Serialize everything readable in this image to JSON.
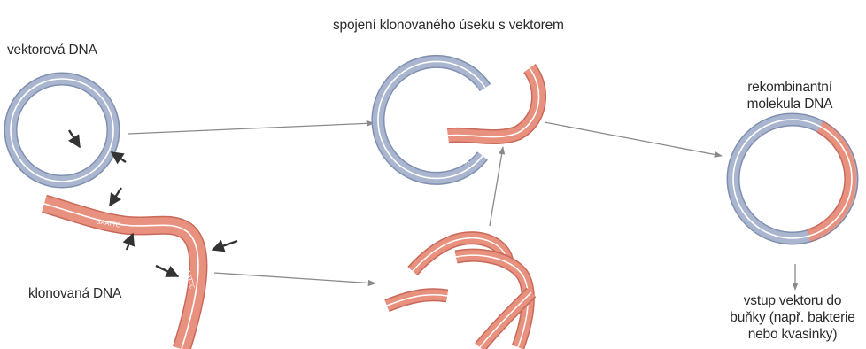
{
  "labels": {
    "vector_dna": "vektorová DNA",
    "cloned_dna": "klonovaná DNA",
    "joining": "spojení klonovaného úseku s vektorem",
    "recombinant_line1": "rekombinantní",
    "recombinant_line2": "molekula DNA",
    "entry_line1": "vstup vektoru do",
    "entry_line2": "buňky (např. bakterie",
    "entry_line3": "nebo kvasinky)"
  },
  "colors": {
    "vector_strand": "#aab6cf",
    "vector_edge": "#7f8fb0",
    "insert_strand": "#e8917f",
    "insert_edge": "#c8685a",
    "arrow": "#8a8a8a",
    "cut_marker": "#333333"
  }
}
